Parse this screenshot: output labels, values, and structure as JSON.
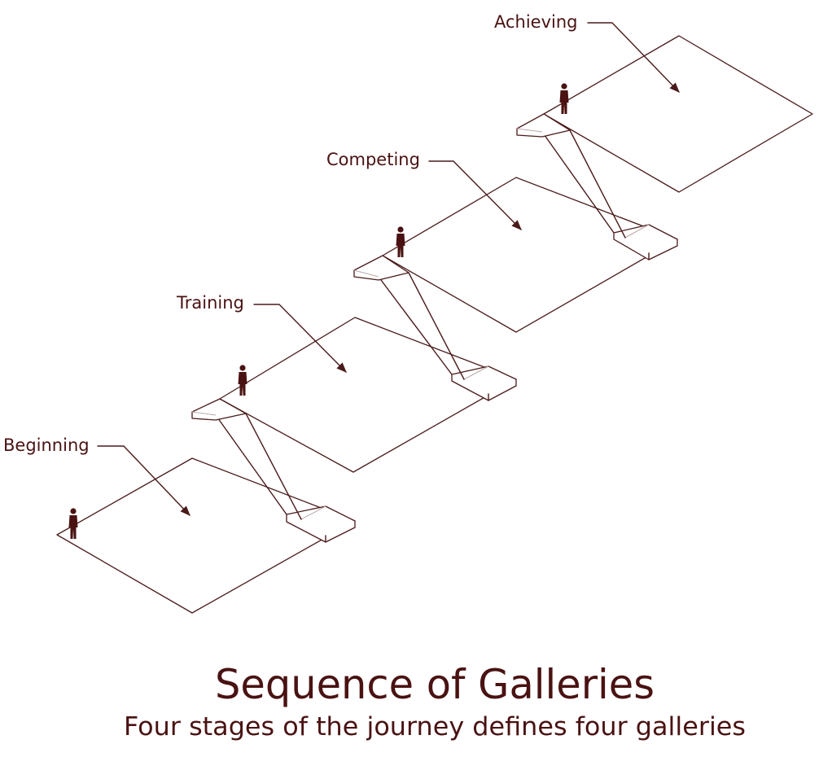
{
  "title": "Sequence of Galleries",
  "subtitle": "Four stages of the journey defines four galleries",
  "stages": [
    {
      "label": "Beginning"
    },
    {
      "label": "Training"
    },
    {
      "label": "Competing"
    },
    {
      "label": "Achieving"
    }
  ],
  "colors": {
    "ink": "#4a1a1a",
    "text": "#4a1212",
    "light_edge": "#bda8a8",
    "background": "#ffffff"
  },
  "icons": [
    "person-silhouette-icon",
    "arrow-pointer-icon"
  ]
}
